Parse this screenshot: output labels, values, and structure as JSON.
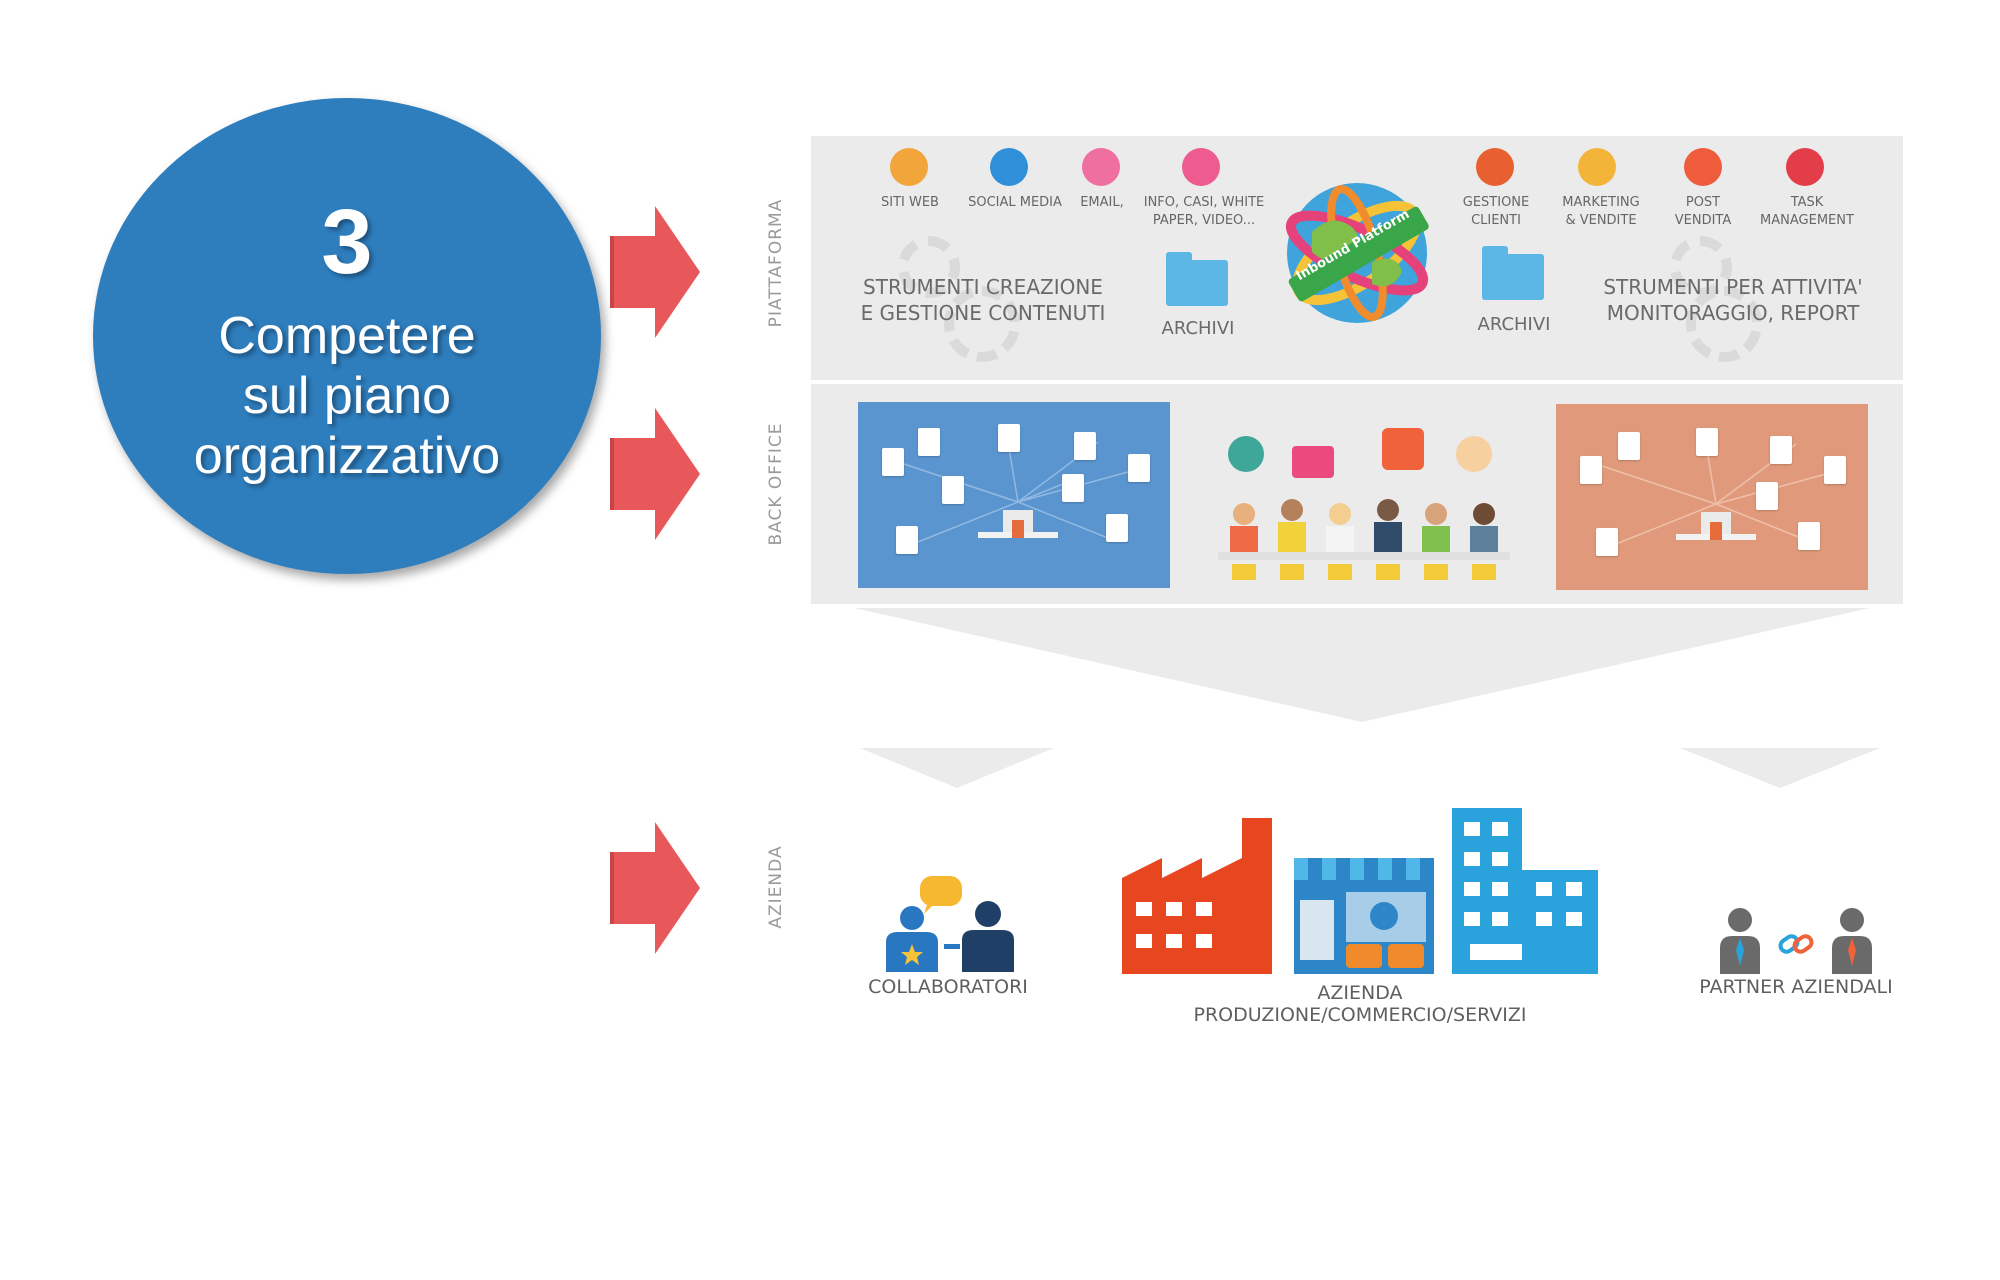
{
  "circle": {
    "number": "3",
    "line1": "Competere",
    "line2": "sul piano",
    "line3": "organizzativo"
  },
  "colors": {
    "circle": "#2e7dbd",
    "arrow": "#e8585a",
    "panel": "#ebebeb",
    "card_blue": "#5b95cf",
    "card_salmon": "#e09a7b"
  },
  "sections": {
    "piattaforma": "PIATTAFORMA",
    "back_office": "BACK OFFICE",
    "azienda": "AZIENDA"
  },
  "platform": {
    "tools": [
      {
        "label": "SITI WEB",
        "icon": "website-icon",
        "color": "#f2a53b"
      },
      {
        "label": "SOCIAL MEDIA",
        "icon": "social-media-icon",
        "color": "#2f8fd8"
      },
      {
        "label": "EMAIL,",
        "icon": "email-icon",
        "color": "#ef6fa1"
      },
      {
        "label": "INFO, CASI, WHITE\nPAPER, VIDEO...",
        "icon": "video-icon",
        "color": "#ee5b8f"
      },
      {
        "label": "GESTIONE\nCLIENTI",
        "icon": "customers-icon",
        "color": "#e8602f"
      },
      {
        "label": "MARKETING\n& VENDITE",
        "icon": "marketing-icon",
        "color": "#f3b43a"
      },
      {
        "label": "POST\nVENDITA",
        "icon": "handshake-icon",
        "color": "#ef5c3c"
      },
      {
        "label": "TASK\nMANAGEMENT",
        "icon": "gauge-icon",
        "color": "#e23d48"
      }
    ],
    "left_group": "STRUMENTI CREAZIONE\nE GESTIONE CONTENUTI",
    "right_group": "STRUMENTI PER ATTIVITA'\nMONITORAGGIO, REPORT",
    "archive_left": "ARCHIVI",
    "archive_right": "ARCHIVI",
    "globe_label": "Inbound Platform"
  },
  "company": {
    "collaborators": "COLLABORATORI",
    "company_line1": "AZIENDA",
    "company_line2": "PRODUZIONE/COMMERCIO/SERVIZI",
    "partners": "PARTNER AZIENDALI"
  }
}
